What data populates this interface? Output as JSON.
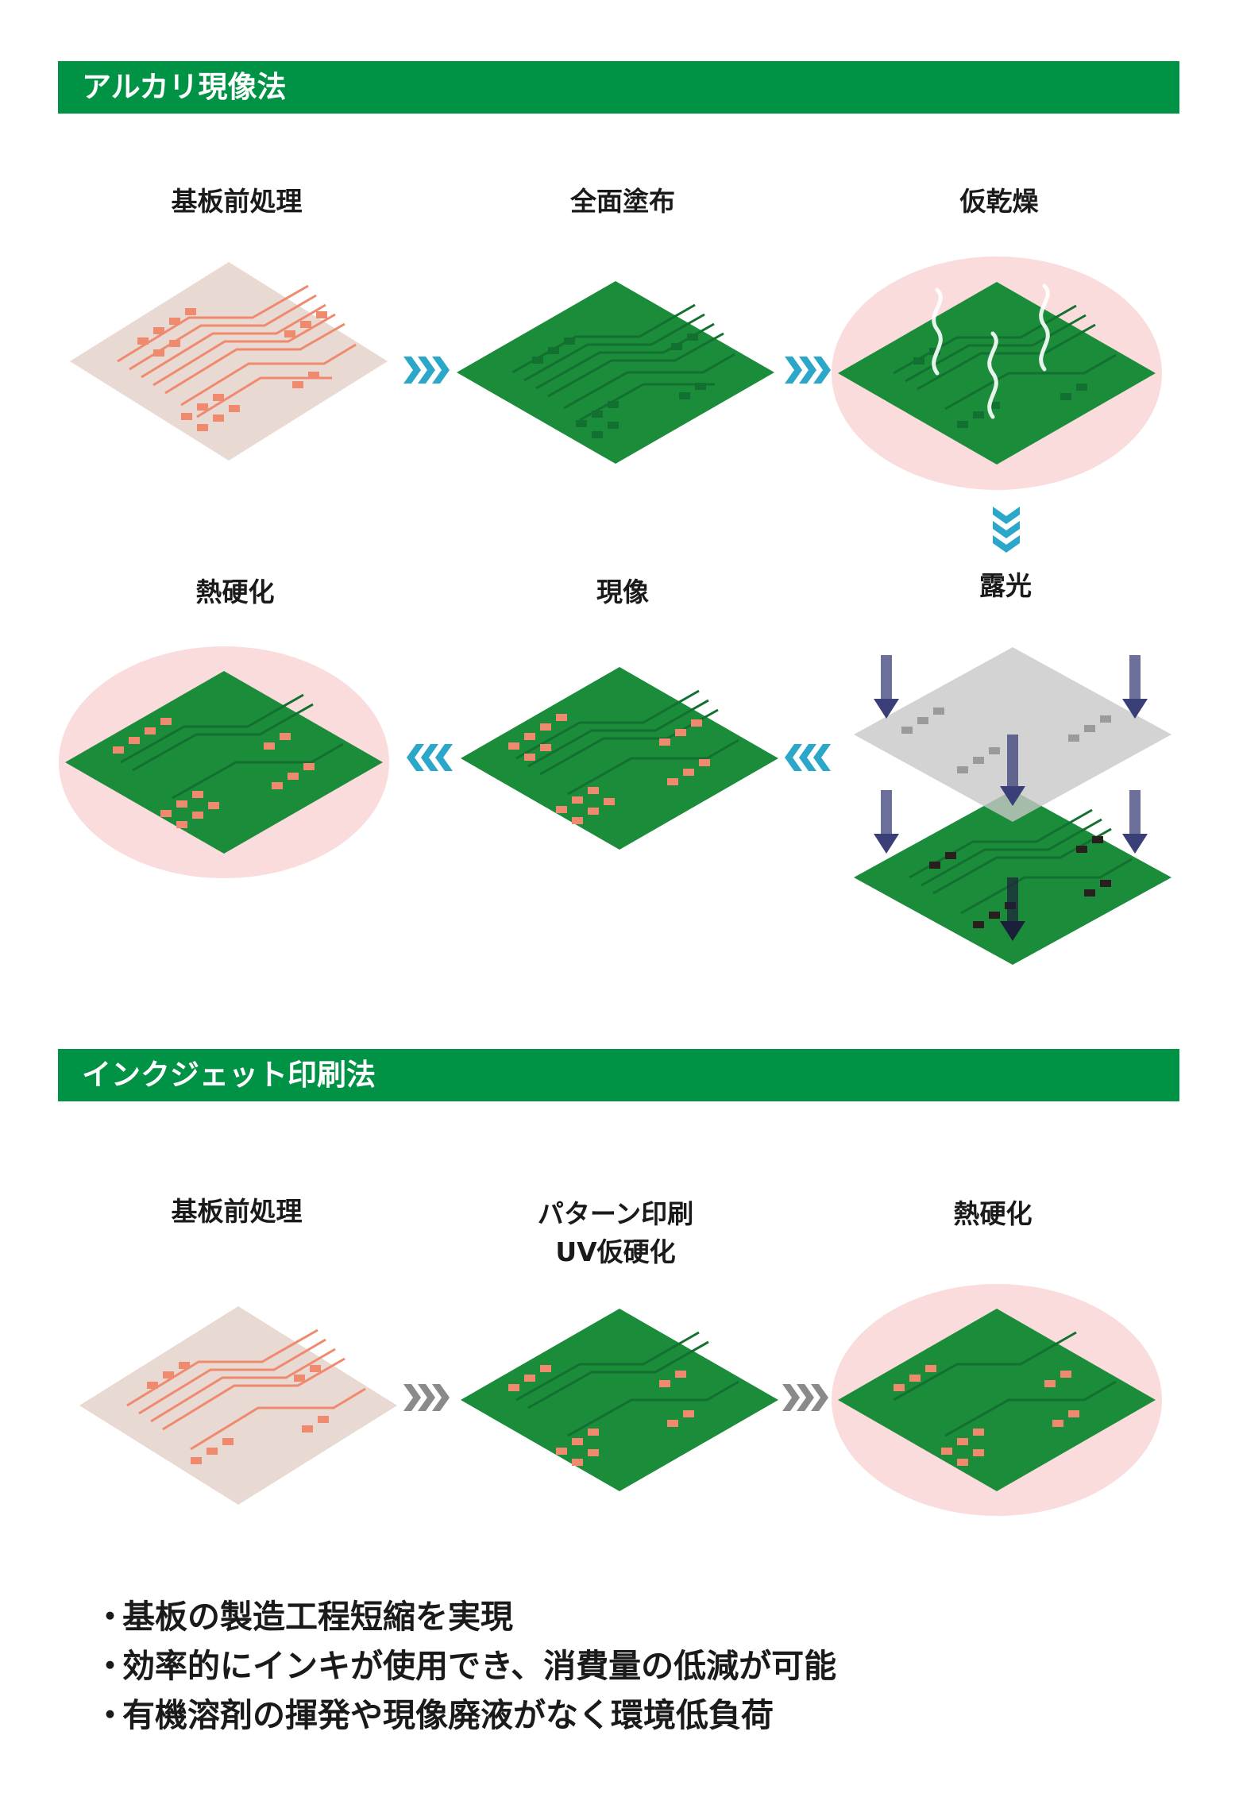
{
  "sections": [
    {
      "title": "アルカリ現像法",
      "steps": [
        {
          "label": "基板前処理"
        },
        {
          "label": "全面塗布"
        },
        {
          "label": "仮乾燥"
        },
        {
          "label": "露光"
        },
        {
          "label": "現像"
        },
        {
          "label": "熱硬化"
        }
      ]
    },
    {
      "title": "インクジェット印刷法",
      "steps": [
        {
          "label": "基板前処理"
        },
        {
          "label": "パターン印刷",
          "label2": "UV仮硬化"
        },
        {
          "label": "熱硬化"
        }
      ]
    }
  ],
  "bullet_marker": "・",
  "benefits": [
    "基板の製造工程短縮を実現",
    "効率的にインキが使用でき、消費量の低減が可能",
    "有機溶剤の揮発や現像廃液がなく環境低負荷"
  ],
  "colors": {
    "header_green": "#009245",
    "board_green": "#1a8c3a",
    "bare_board": "#e8d9d2",
    "copper_pad": "#f08a6e",
    "heat_oval": "#fbdcdc",
    "arrow_cyan": "#2aa7c9",
    "arrow_gray": "#8a8a8a",
    "uv_arrow": "#3b3f78"
  }
}
